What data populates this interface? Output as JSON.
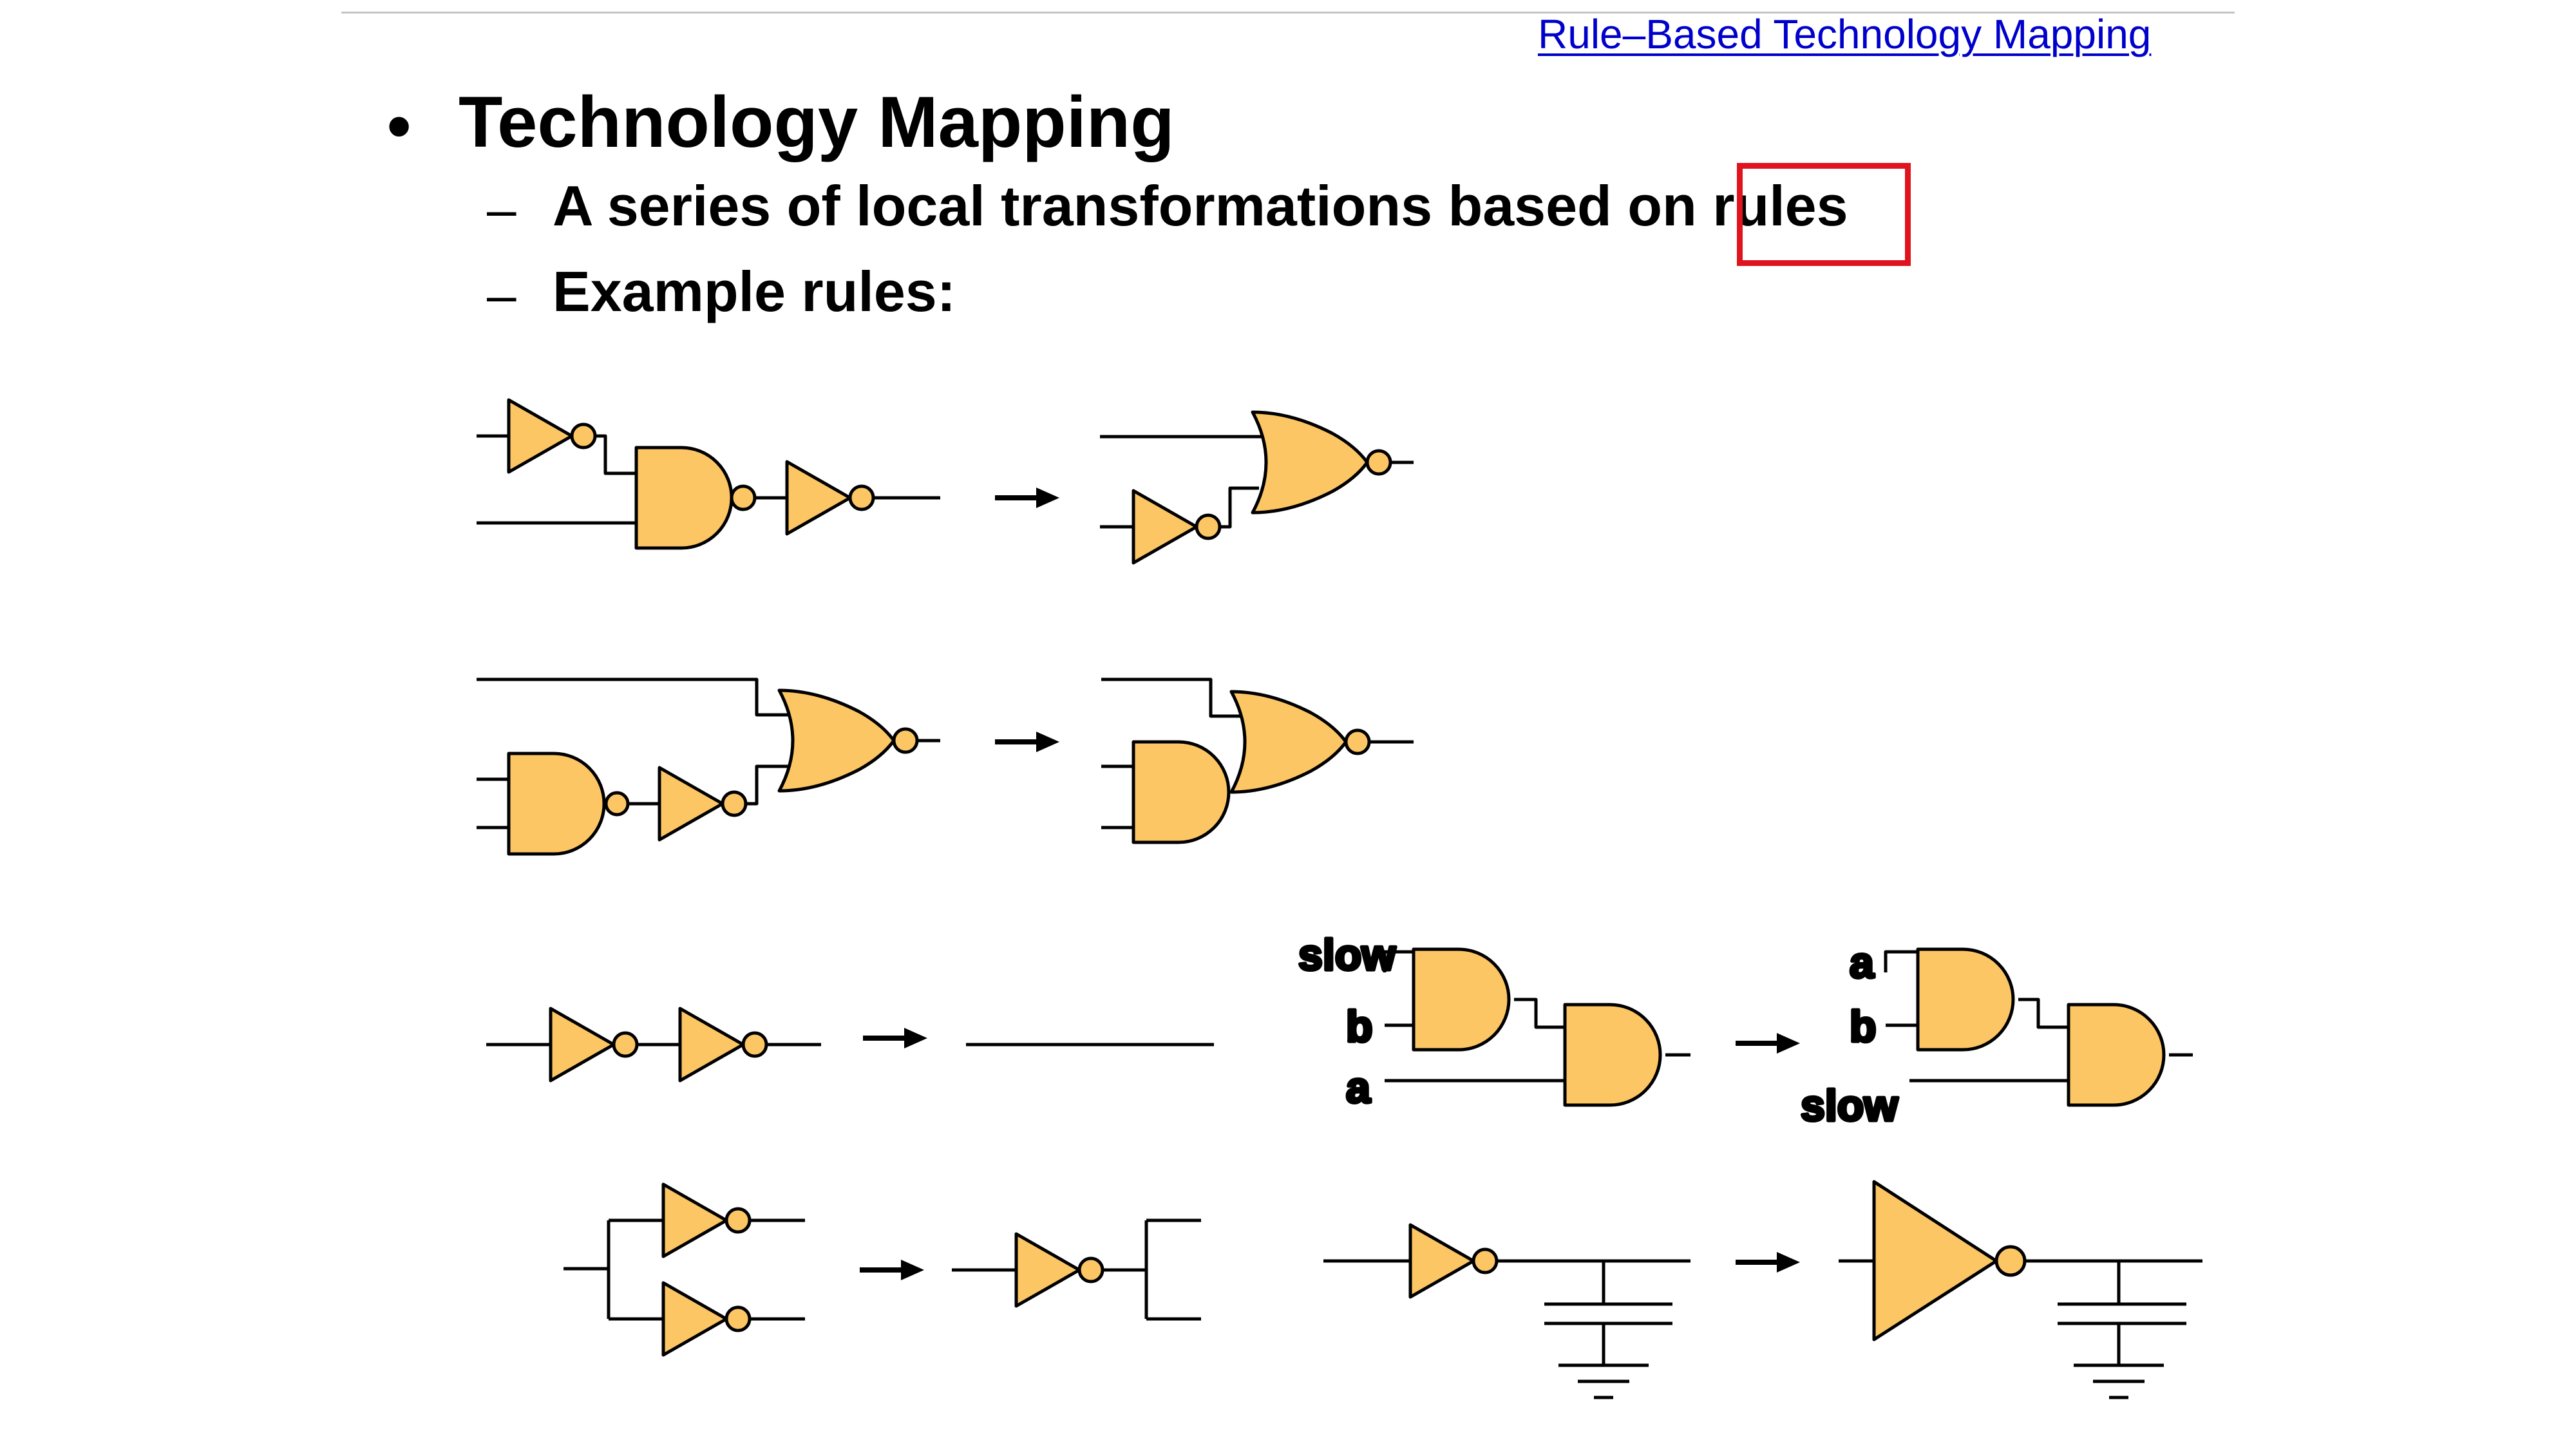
{
  "header": {
    "link_text": "Rule–Based Technology Mapping"
  },
  "slide": {
    "bullet_glyph": "•",
    "title": "Technology Mapping",
    "dash_glyph": "–",
    "sub_1": "A series of local transformations based on rules",
    "sub_2": "Example rules:"
  },
  "labels": {
    "slow": "slow",
    "b": "b",
    "a": "a"
  },
  "colors": {
    "gate_fill": "#fdc665",
    "highlight": "#e0141e",
    "link": "#0000cc"
  }
}
